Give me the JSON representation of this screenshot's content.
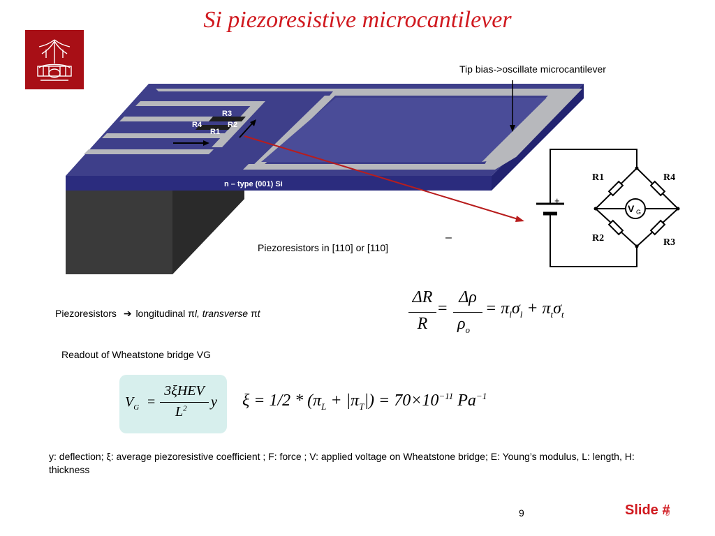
{
  "title": "Si piezoresistive microcantilever",
  "diagram": {
    "tip_label": "Tip bias->oscillate microcantilever",
    "substrate_label": "n – type (001) Si",
    "resistor_labels": [
      "R3",
      "R4",
      "R2",
      "R1"
    ],
    "piezo_direction_text": "Piezoresistors in [110] or [110]",
    "minus_note": "–",
    "bridge": {
      "labels": [
        "R1",
        "R4",
        "R2",
        "R3"
      ],
      "vg_main": "V",
      "vg_sub": "G",
      "plus": "+"
    }
  },
  "text": {
    "longitudinal_prefix": "Piezoresistors",
    "arrow": "➔",
    "longitudinal_main": "longitudinal π",
    "longitudinal_sym": "l",
    "transverse_text": ", transverse",
    "pi": "π",
    "transverse_sym": "t",
    "readout": "Readout of Wheatstone bridge VG",
    "definitions": "y: deflection; ξ: average piezoresistive coefficient ; F: force ; V: applied voltage on Wheatstone bridge; E: Young’s modulus, L: length, H: thickness"
  },
  "equations": {
    "eq1": {
      "lhs_num": "ΔR",
      "lhs_den": "R",
      "mid_num": "Δρ",
      "mid_den_main": "ρ",
      "mid_den_sub": "o",
      "rhs": "= π",
      "rhs_sub1": "l",
      "sigma": "σ",
      "rhs_sub2": "l",
      "plus": "+ π",
      "rhs_sub3": "t",
      "sigma2": "σ",
      "rhs_sub4": "t"
    },
    "eq2": {
      "lhs_main": "V",
      "lhs_sub": "G",
      "num": "3ξHEV",
      "den_main": "L",
      "den_sup": "2",
      "y": "y"
    },
    "eq3": {
      "text": "ξ = 1/2 * (π",
      "sub_L": "L",
      "plus_abs": " + |π",
      "sub_T": "T",
      "close": "|) = 70×10",
      "exp": "−11",
      "unit": " Pa",
      "unit_exp": "−1"
    }
  },
  "footer": {
    "page_number": "9",
    "slide_label": "Slide #",
    "slide_number_ghost": "9"
  },
  "colors": {
    "title": "#d0191f",
    "logo_bg": "#a80f16",
    "cantilever_top": "#3e3f8a",
    "cantilever_side": "#2b2c7e",
    "cantilever_inner": "#4a4c98",
    "frame_grey": "#b7b8bc",
    "block_dark": "#3a3a3a",
    "arrow_red": "#b81d1d",
    "eq_box": "#d7efed"
  }
}
